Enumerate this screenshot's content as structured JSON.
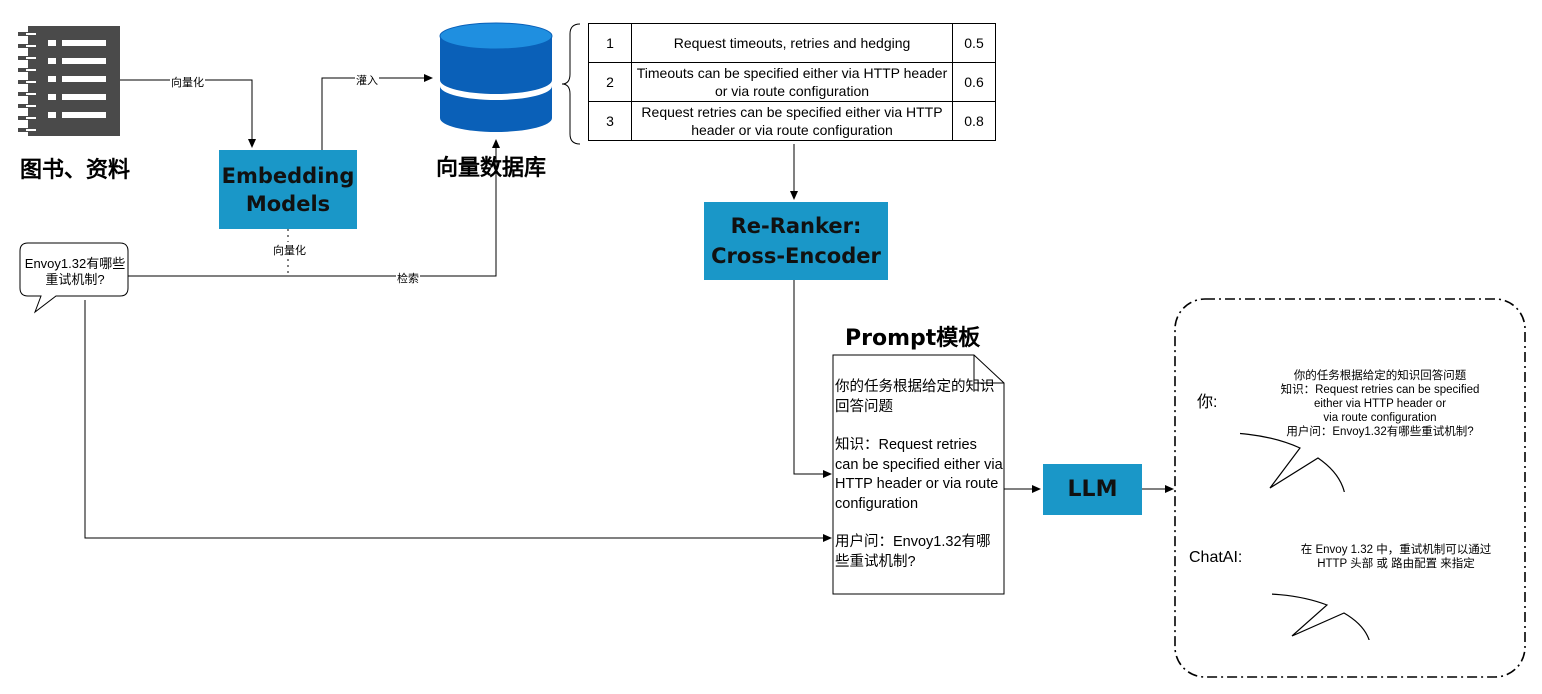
{
  "sources": {
    "title": "图书、资料"
  },
  "embedding": {
    "label": "Embedding Models"
  },
  "vector_db": {
    "title": "向量数据库"
  },
  "edges": {
    "vectorize_1": "向量化",
    "ingest": "灌入",
    "vectorize_2": "向量化",
    "retrieve": "检索"
  },
  "query": {
    "text": "Envoy1.32有哪些重试机制?"
  },
  "results": {
    "rows": [
      {
        "rank": "1",
        "text": "Request timeouts, retries and hedging",
        "score": "0.5"
      },
      {
        "rank": "2",
        "text": "Timeouts can be specified either via HTTP header or via route configuration",
        "score": "0.6"
      },
      {
        "rank": "3",
        "text": "Request retries can be specified either via HTTP header or via route configuration",
        "score": "0.8"
      }
    ]
  },
  "reranker": {
    "label": "Re-Ranker: Cross-Encoder"
  },
  "prompt": {
    "title": "Prompt模板",
    "task": "你的任务根据给定的知识回答问题",
    "knowledge": "知识：Request retries can be specified either via HTTP header or via route configuration",
    "question": "用户问：Envoy1.32有哪些重试机制?"
  },
  "llm": {
    "label": "LLM"
  },
  "chat": {
    "user_label": "你:",
    "user_bubble": [
      "你的任务根据给定的知识回答问题",
      "知识：Request retries can be specified",
      "either via HTTP header or",
      "via route configuration",
      "用户问：Envoy1.32有哪些重试机制?"
    ],
    "ai_label": "ChatAI:",
    "ai_bubble": [
      "在 Envoy 1.32 中，重试机制可以通过",
      "HTTP 头部 或 路由配置 来指定"
    ]
  },
  "colors": {
    "box_blue": "#1a97c8",
    "db_top": "#1f8fe0",
    "db_body": "#0a60b8"
  },
  "icons": [
    "document-list-icon",
    "database-icon",
    "speech-bubble-icon",
    "document-icon"
  ]
}
